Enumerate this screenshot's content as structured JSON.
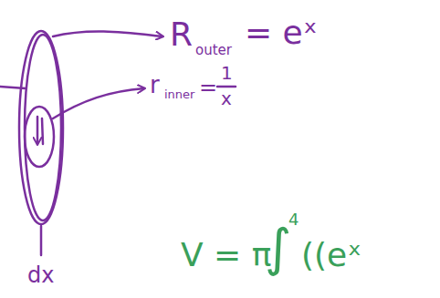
{
  "diagram": {
    "labels": [
      "R",
      "outer",
      "= eˣ",
      "r",
      "inner",
      "=",
      "1",
      "x",
      "dx",
      "V = π",
      "∫",
      "4",
      "((eˣ"
    ]
  }
}
